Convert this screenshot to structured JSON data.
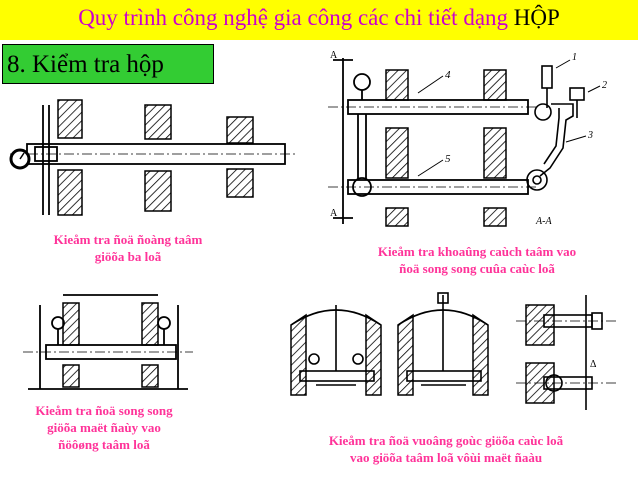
{
  "title": {
    "prefix": "Quy trình công nghệ gia công các chi tiết dạng ",
    "highlight": "HỘP"
  },
  "section_label": "8. Kiểm tra hộp",
  "figure_labels": {
    "num1": "1",
    "num2": "2",
    "num3": "3",
    "num4": "4",
    "num5": "5",
    "delta": "Δ",
    "section_a": "A",
    "section_aa": "A-A"
  },
  "captions": {
    "coaxial": [
      "Kieåm tra ñoä ñoàng taâm",
      "giöõa ba loã"
    ],
    "center_distance": [
      "Kieåm tra khoaûng caùch taâm vao",
      "ñoä song song cuûa caùc loã"
    ],
    "parallel": [
      "Kieåm tra ñoä song song",
      "giöõa maët ñaùy vao",
      "ñöôøng taâm loã"
    ],
    "perpendicular": [
      "Kieåm tra ñoä vuoâng  goùc giöõa caùc loã",
      "vao giöõa taâm loã vôùi maët ñaàu"
    ]
  },
  "colors": {
    "title_bg": "#ffff00",
    "title_text": "#cc00cc",
    "section_bg": "#33cc33",
    "caption": "#ff3399"
  }
}
